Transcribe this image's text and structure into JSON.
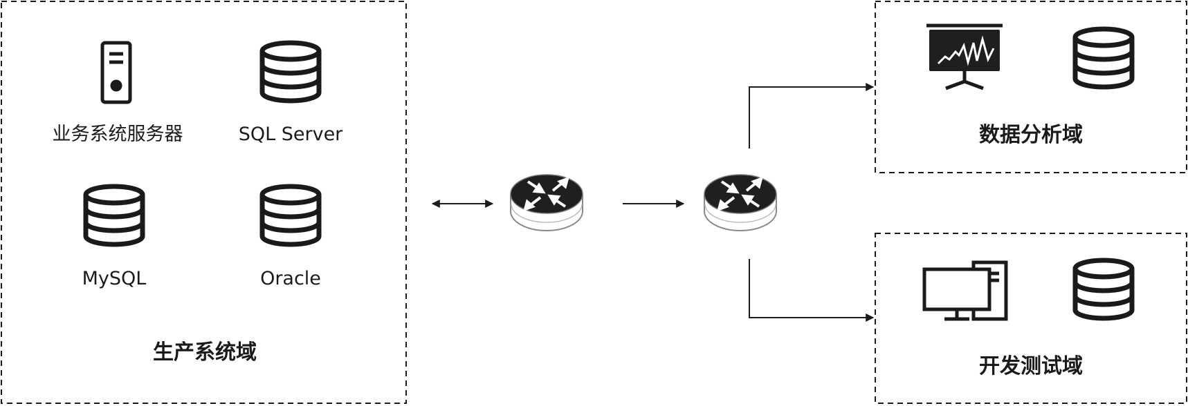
{
  "production_domain": {
    "title": "生产系统域",
    "items": [
      {
        "label": "业务系统服务器",
        "icon": "server-icon"
      },
      {
        "label": "SQL Server",
        "icon": "database-icon"
      },
      {
        "label": "MySQL",
        "icon": "database-icon"
      },
      {
        "label": "Oracle",
        "icon": "database-icon"
      }
    ]
  },
  "routers": [
    {
      "icon": "router-icon"
    },
    {
      "icon": "router-icon"
    }
  ],
  "analytics_domain": {
    "title": "数据分析域",
    "icons": [
      "presentation-chart-icon",
      "database-icon"
    ]
  },
  "devtest_domain": {
    "title": "开发测试域",
    "icons": [
      "desktop-computer-icon",
      "database-icon"
    ]
  },
  "colors": {
    "stroke": "#1a1a1a",
    "background": "#ffffff"
  }
}
